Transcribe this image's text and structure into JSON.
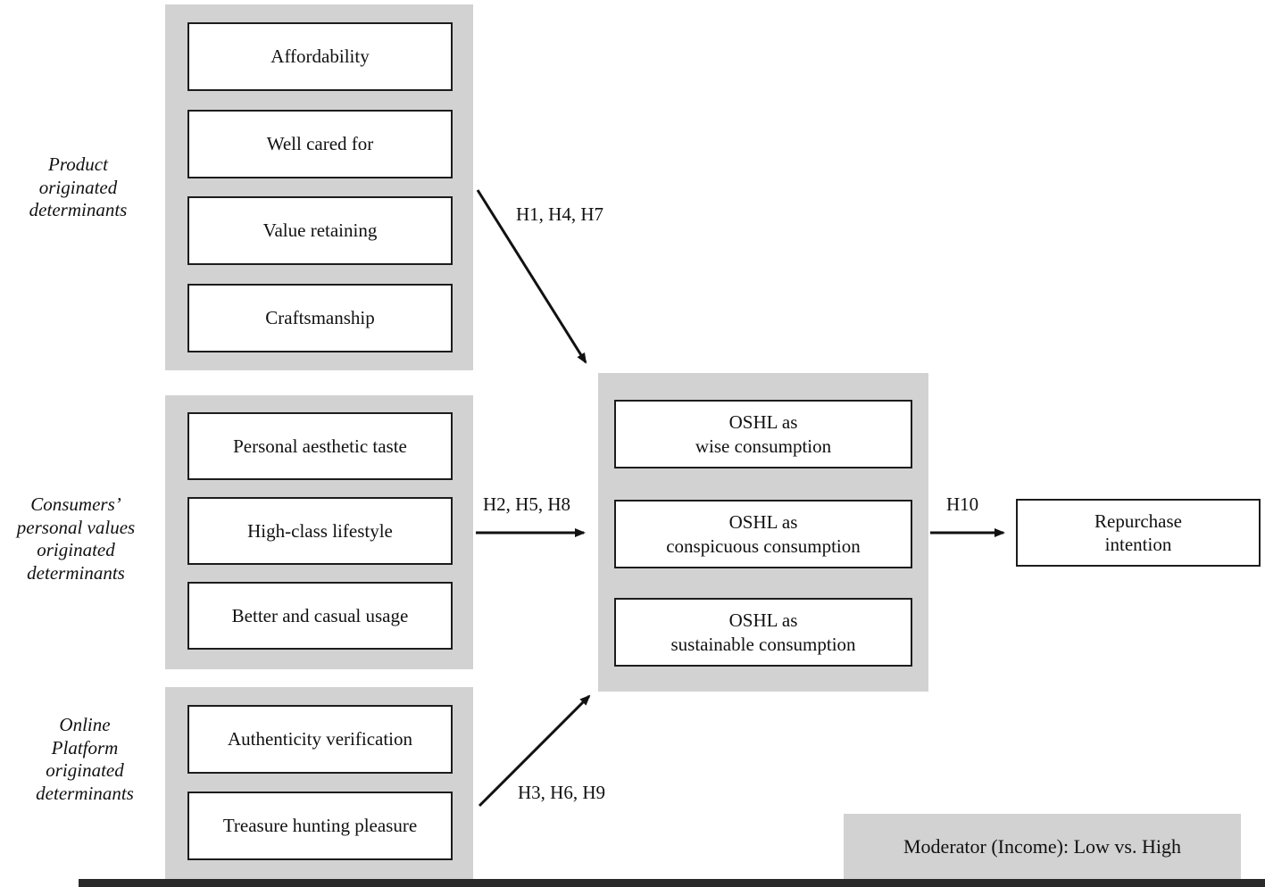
{
  "groups": [
    {
      "label": "Product\noriginated\ndeterminants",
      "boxes": [
        "Affordability",
        "Well cared for",
        "Value retaining",
        "Craftsmanship"
      ]
    },
    {
      "label": "Consumers’\npersonal values\noriginated\ndeterminants",
      "boxes": [
        "Personal aesthetic taste",
        "High-class lifestyle",
        "Better and casual usage"
      ]
    },
    {
      "label": "Online\nPlatform\noriginated\ndeterminants",
      "boxes": [
        "Authenticity verification",
        "Treasure hunting pleasure"
      ]
    }
  ],
  "center": {
    "boxes": [
      "OSHL as\nwise consumption",
      "OSHL as\nconspicuous consumption",
      "OSHL as\nsustainable consumption"
    ]
  },
  "outcome": "Repurchase\nintention",
  "arrows": {
    "product_to_oshl": "H1, H4, H7",
    "values_to_oshl": "H2, H5, H8",
    "platform_to_oshl": "H3, H6, H9",
    "oshl_to_repurchase": "H10"
  },
  "moderator": "Moderator (Income): Low vs. High",
  "colors": {
    "panel_gray": "#d2d2d2",
    "line": "#111111"
  }
}
